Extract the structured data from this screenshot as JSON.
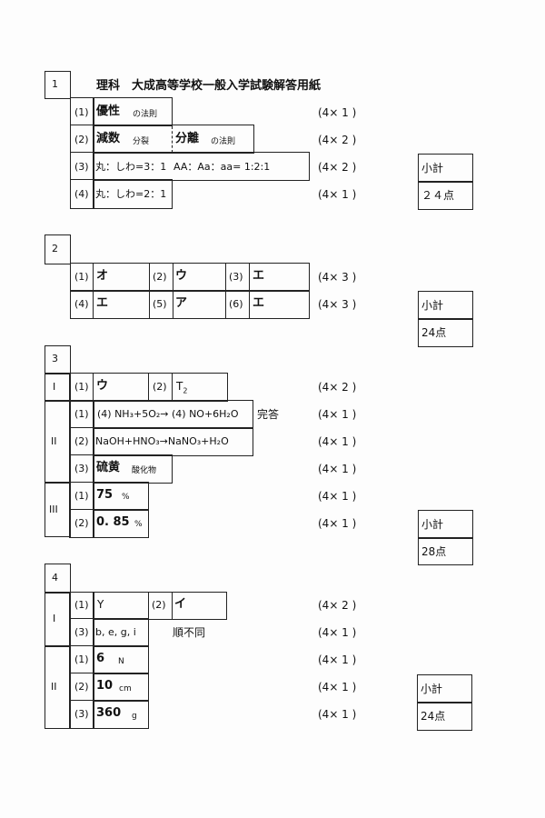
{
  "title": "理科　大成高等学校一般入学試験解答用紙",
  "subtotal_label": "小計",
  "sections": {
    "s1": {
      "number": "1",
      "q1": {
        "label": "(1)",
        "answer": "優性",
        "suffix": "の法則",
        "score": "(4× 1 )"
      },
      "q2": {
        "label": "(2)",
        "answer_a": "減数",
        "suffix_a": "分裂",
        "answer_b": "分離",
        "suffix_b": "の法則",
        "score": "(4× 2 )"
      },
      "q3": {
        "label": "(3)",
        "answer_a": "丸：しわ=3：1",
        "answer_b": "AA：Aa：aa= 1:2:1",
        "score": "(4× 2 )"
      },
      "q4": {
        "label": "(4)",
        "answer": "丸：しわ=2：1",
        "score": "(4× 1 )"
      },
      "subtotal": "２４点"
    },
    "s2": {
      "number": "2",
      "row1": {
        "l1": "(1)",
        "a1": "オ",
        "l2": "(2)",
        "a2": "ウ",
        "l3": "(3)",
        "a3": "エ",
        "score": "(4× 3 )"
      },
      "row2": {
        "l1": "(4)",
        "a1": "エ",
        "l2": "(5)",
        "a2": "ア",
        "l3": "(6)",
        "a3": "エ",
        "score": "(4× 3 )"
      },
      "subtotal": "24点"
    },
    "s3": {
      "number": "3",
      "I": {
        "part": "I",
        "l1": "(1)",
        "a1": "ウ",
        "l2": "(2)",
        "a2": "T",
        "a2_sub": "2",
        "score": "(4× 2 )"
      },
      "II": {
        "part": "II",
        "q1": {
          "label": "(1)",
          "answer": "(4) NH₃+5O₂→ (4) NO+6H₂O",
          "note": "完答",
          "score": "(4× 1 )"
        },
        "q2": {
          "label": "(2)",
          "answer": "NaOH+HNO₃→NaNO₃+H₂O",
          "score": "(4× 1 )"
        },
        "q3": {
          "label": "(3)",
          "answer": "硫黄",
          "suffix": "酸化物",
          "score": "(4× 1 )"
        }
      },
      "III": {
        "part": "III",
        "q1": {
          "label": "(1)",
          "answer": "75",
          "unit": "%",
          "score": "(4× 1 )"
        },
        "q2": {
          "label": "(2)",
          "answer": "0. 85",
          "unit": "%",
          "score": "(4× 1 )"
        }
      },
      "subtotal": "28点"
    },
    "s4": {
      "number": "4",
      "I": {
        "part": "I",
        "l1": "(1)",
        "a1": "Y",
        "l2": "(2)",
        "a2": "イ",
        "score": "(4× 2 )",
        "q3": {
          "label": "(3)",
          "answer": "b, e, g, i",
          "note": "順不同",
          "score": "(4× 1 )"
        }
      },
      "II": {
        "part": "II",
        "q1": {
          "label": "(1)",
          "answer": "6",
          "unit": "N",
          "score": "(4× 1 )"
        },
        "q2": {
          "label": "(2)",
          "answer": "10",
          "unit": "cm",
          "score": "(4× 1 )"
        },
        "q3": {
          "label": "(3)",
          "answer": "360",
          "unit": "g",
          "score": "(4× 1 )"
        }
      },
      "subtotal": "24点"
    }
  }
}
